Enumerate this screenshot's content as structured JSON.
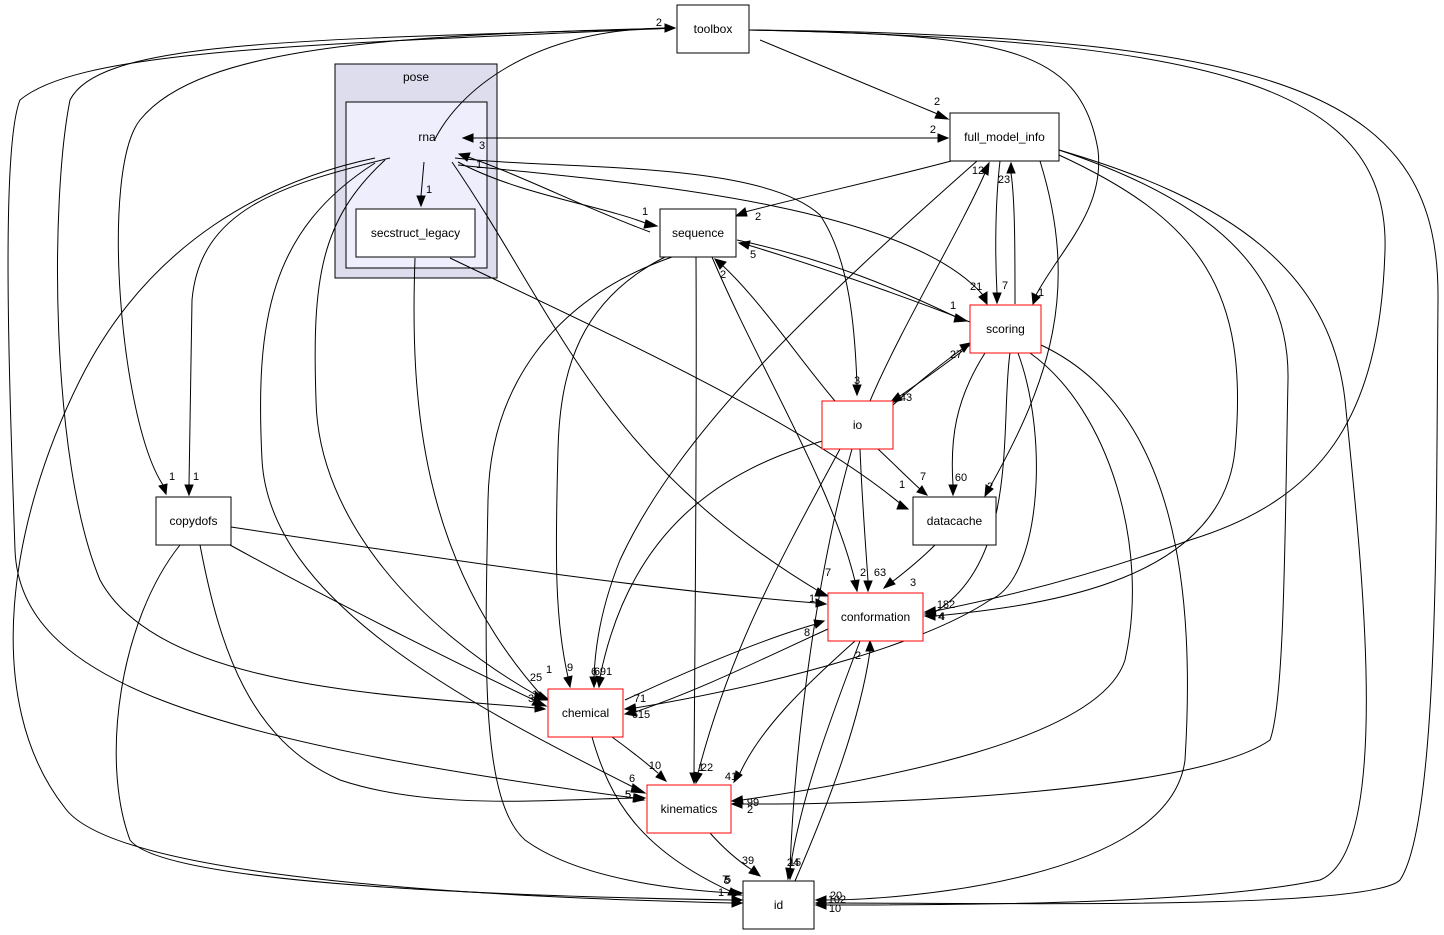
{
  "clusters": {
    "pose": {
      "label": "pose"
    },
    "rna": {
      "label": "rna"
    }
  },
  "nodes": {
    "secstruct_legacy": {
      "label": "secstruct_legacy"
    },
    "toolbox": {
      "label": "toolbox"
    },
    "full_model_info": {
      "label": "full_model_info"
    },
    "sequence": {
      "label": "sequence"
    },
    "scoring": {
      "label": "scoring"
    },
    "io": {
      "label": "io"
    },
    "copydofs": {
      "label": "copydofs"
    },
    "datacache": {
      "label": "datacache"
    },
    "conformation": {
      "label": "conformation"
    },
    "chemical": {
      "label": "chemical"
    },
    "kinematics": {
      "label": "kinematics"
    },
    "id": {
      "label": "id"
    }
  },
  "colors": {
    "cluster_outer_fill": "#dddded",
    "cluster_inner_fill": "#eeeefd",
    "highlight_border": "#ff0000",
    "node_border": "#000000"
  },
  "edges": [
    {
      "from": "rna",
      "to": "toolbox",
      "label": "2"
    },
    {
      "from": "rna",
      "to": "full_model_info",
      "label": "2"
    },
    {
      "from": "full_model_info",
      "to": "rna",
      "label": "3"
    },
    {
      "from": "rna",
      "to": "secstruct_legacy",
      "label": "1"
    },
    {
      "from": "rna",
      "to": "sequence",
      "label": "1"
    },
    {
      "from": "sequence",
      "to": "rna",
      "label": "1"
    },
    {
      "from": "rna",
      "to": "io",
      "label": "3"
    },
    {
      "from": "rna",
      "to": "scoring",
      "label": "21"
    },
    {
      "from": "rna",
      "to": "copydofs",
      "label": "1"
    },
    {
      "from": "rna",
      "to": "conformation",
      "label": "7"
    },
    {
      "from": "rna",
      "to": "chemical",
      "label": "1"
    },
    {
      "from": "rna",
      "to": "kinematics",
      "label": "6"
    },
    {
      "from": "rna",
      "to": "id",
      "label": "1"
    },
    {
      "from": "secstruct_legacy",
      "to": "chemical",
      "label": "1"
    },
    {
      "from": "secstruct_legacy",
      "to": "datacache",
      "label": "1"
    },
    {
      "from": "toolbox",
      "to": "full_model_info",
      "label": "2"
    },
    {
      "from": "toolbox",
      "to": "scoring",
      "label": "1"
    },
    {
      "from": "toolbox",
      "to": "conformation",
      "label": "182"
    },
    {
      "from": "toolbox",
      "to": "id",
      "label": "102"
    },
    {
      "from": "toolbox",
      "to": "copydofs",
      "label": "1"
    },
    {
      "from": "toolbox",
      "to": "chemical",
      "label": "3"
    },
    {
      "from": "toolbox",
      "to": "kinematics",
      "label": "5"
    },
    {
      "from": "full_model_info",
      "to": "sequence",
      "label": "2"
    },
    {
      "from": "full_model_info",
      "to": "scoring",
      "label": "7"
    },
    {
      "from": "full_model_info",
      "to": "datacache",
      "label": "2"
    },
    {
      "from": "full_model_info",
      "to": "conformation",
      "label": "4"
    },
    {
      "from": "full_model_info",
      "to": "chemical",
      "label": "691"
    },
    {
      "from": "full_model_info",
      "to": "kinematics",
      "label": "2"
    },
    {
      "from": "full_model_info",
      "to": "id",
      "label": "10"
    },
    {
      "from": "sequence",
      "to": "scoring",
      "label": "1"
    },
    {
      "from": "scoring",
      "to": "sequence",
      "label": "5"
    },
    {
      "from": "sequence",
      "to": "chemical",
      "label": "9"
    },
    {
      "from": "sequence",
      "to": "kinematics",
      "label": "1"
    },
    {
      "from": "sequence",
      "to": "conformation",
      "label": "2"
    },
    {
      "from": "sequence",
      "to": "id",
      "label": "5"
    },
    {
      "from": "scoring",
      "to": "full_model_info",
      "label": "23"
    },
    {
      "from": "scoring",
      "to": "io",
      "label": "43"
    },
    {
      "from": "io",
      "to": "scoring",
      "label": "27"
    },
    {
      "from": "scoring",
      "to": "datacache",
      "label": "60"
    },
    {
      "from": "scoring",
      "to": "conformation",
      "label": "4"
    },
    {
      "from": "scoring",
      "to": "chemical",
      "label": "71"
    },
    {
      "from": "scoring",
      "to": "kinematics",
      "label": "99"
    },
    {
      "from": "scoring",
      "to": "id",
      "label": "20"
    },
    {
      "from": "io",
      "to": "full_model_info",
      "label": "12"
    },
    {
      "from": "io",
      "to": "sequence",
      "label": "2"
    },
    {
      "from": "io",
      "to": "datacache",
      "label": "7"
    },
    {
      "from": "io",
      "to": "conformation",
      "label": "63"
    },
    {
      "from": "io",
      "to": "chemical",
      "label": "6"
    },
    {
      "from": "io",
      "to": "kinematics",
      "label": "22"
    },
    {
      "from": "io",
      "to": "id",
      "label": "24"
    },
    {
      "from": "copydofs",
      "to": "conformation",
      "label": "1"
    },
    {
      "from": "copydofs",
      "to": "chemical",
      "label": "25"
    },
    {
      "from": "copydofs",
      "to": "kinematics",
      "label": "5"
    },
    {
      "from": "copydofs",
      "to": "id",
      "label": "5"
    },
    {
      "from": "datacache",
      "to": "conformation",
      "label": "3"
    },
    {
      "from": "conformation",
      "to": "chemical",
      "label": "615"
    },
    {
      "from": "chemical",
      "to": "conformation",
      "label": "8"
    },
    {
      "from": "conformation",
      "to": "kinematics",
      "label": "41"
    },
    {
      "from": "conformation",
      "to": "id",
      "label": "15"
    },
    {
      "from": "id",
      "to": "conformation",
      "label": "2"
    },
    {
      "from": "chemical",
      "to": "kinematics",
      "label": "10"
    },
    {
      "from": "chemical",
      "to": "id",
      "label": "7"
    },
    {
      "from": "kinematics",
      "to": "id",
      "label": "39"
    }
  ]
}
